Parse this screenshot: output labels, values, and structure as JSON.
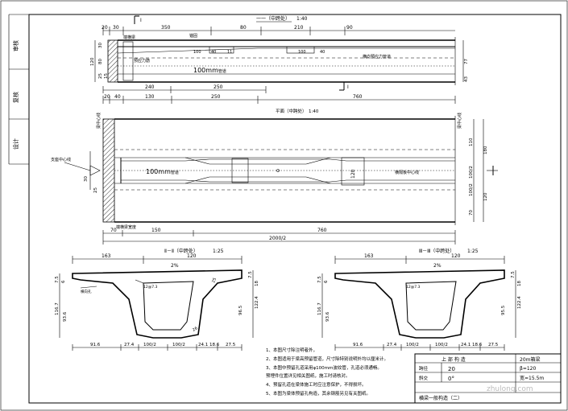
{
  "sidebar": {
    "labels": [
      "审核",
      "复核",
      "设计"
    ]
  },
  "top_view": {
    "section_label": "一一（中跨处）",
    "scale": "1:40",
    "dims_top": [
      "30",
      "350",
      "80",
      "210",
      "90"
    ],
    "dims_top_left": "20",
    "inner_dims": [
      "100",
      "40",
      "11",
      "100",
      "40"
    ],
    "left_dims": [
      "120",
      "30",
      "80",
      "25",
      "15"
    ],
    "right_dims": [
      "77",
      "43"
    ],
    "note_left_1": "端横梁",
    "note_left_2": "预应力筋",
    "note_mid": "锚固",
    "note_right": "横向预应力管道",
    "callout": "100mm",
    "callout_suffix": "管道",
    "bottom_dims": [
      "240",
      "250"
    ],
    "section_mark": "I"
  },
  "plan_view": {
    "dims_top": [
      "20",
      "40",
      "130",
      "250",
      "760"
    ],
    "title": "平面（中跨处）",
    "scale": "1:40",
    "left_label": "支座中心线",
    "callout": "100mm",
    "callout_suffix": "管道",
    "box_label": "120",
    "right_note": "横隔板中心线",
    "right_dims": [
      "110",
      "100/2",
      "180",
      "100/2",
      "120",
      "70"
    ],
    "left_dims": [
      "30",
      "25"
    ],
    "bottom_note": "端横梁宽度",
    "bottom_dims": [
      "70",
      "150",
      "760"
    ],
    "total_dim": "2000/2",
    "side_vertical_1": "梁中心线",
    "side_vertical_2": "梁中心线"
  },
  "section_left": {
    "title": "Ⅱ－Ⅱ（中跨处）",
    "scale": "1:25",
    "dims_top": [
      "163",
      "120"
    ],
    "slope": "2%",
    "label_a": "横向孔",
    "label_b": "12@7.3",
    "left_dims": [
      "7.5",
      "6",
      "116.7",
      "93.6"
    ],
    "right_dims": [
      "7.5",
      "18",
      "96.5",
      "122.4",
      "25",
      "26"
    ],
    "bottom_dims": [
      "91.6",
      "27.4",
      "100/2",
      "100/2",
      "24.1",
      "18.6",
      "27.5"
    ]
  },
  "section_right": {
    "title": "Ⅲ－Ⅲ（中跨处）",
    "scale": "1:25",
    "dims_top": [
      "163",
      "120"
    ],
    "slope": "2%",
    "label_b": "12@7.3",
    "left_dims": [
      "7.5",
      "6",
      "116.7",
      "93.6"
    ],
    "right_dims": [
      "7.5",
      "18",
      "95.5",
      "122.4"
    ],
    "bottom_dims": [
      "91.6",
      "27.4",
      "100/2",
      "100/2",
      "24.1",
      "18.6",
      "27.5"
    ]
  },
  "notes": [
    "1、本图尺寸除注明者外，",
    "2、本图适用于梁高预留管道，尺寸除特别说明外均以厘米计。",
    "3、本图中预留孔道采用φ100mm波纹管，孔道必须通畅。",
    "4、预留孔道在梁体施工时应注意保护，不得损坏。",
    "5、本图为梁体预留孔构造，其余钢筋另见有关图纸。"
  ],
  "notes_extra": "预埋件位置详见相关图纸，施工时请核对。",
  "title_block": {
    "header": "上 部 构 造",
    "span": "20",
    "angle": "0°",
    "code_1": "20m箱梁",
    "code_2": "β=120",
    "width": "宽=15.5m",
    "drawing_title": "横梁一般构造（二）",
    "row_label_1": "跨径",
    "row_label_2": "斜交"
  },
  "watermark": "zhulong.com"
}
